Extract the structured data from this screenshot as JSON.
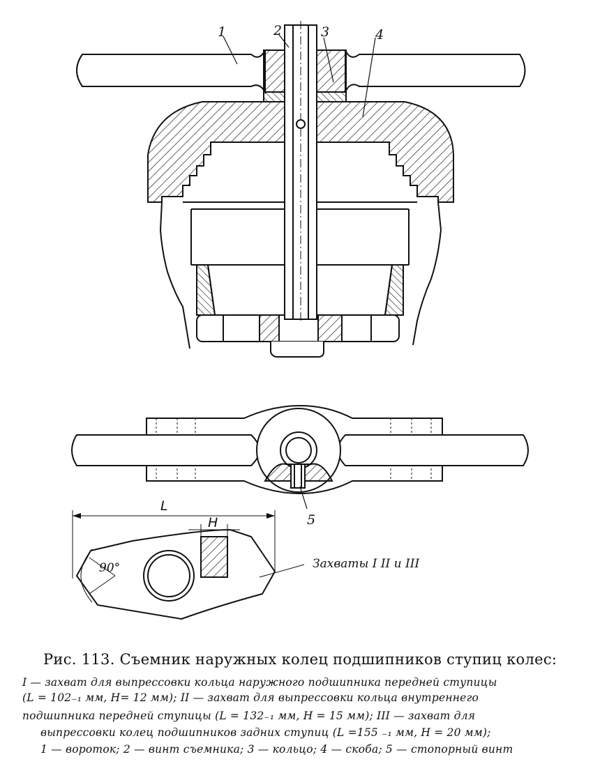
{
  "figure": {
    "callouts": [
      "1",
      "2",
      "3",
      "4",
      "5"
    ],
    "dimension_L": "L",
    "dimension_H": "H",
    "angle": "90°",
    "grips_note": "Захваты I II и III"
  },
  "caption": {
    "title": "Рис. 113. Съемник наружных колец подшипников ступиц колес:",
    "lines": [
      "I — захват для выпрессовки кольца наружного подшипника  передней  ступицы",
      "(L = 102₋₁ мм, H= 12 мм); II — захват для выпрессовки кольца внутреннего",
      "подшипника передней ступицы (L = 132₋₁ мм, H = 15 мм); III — захват для",
      "выпрессовки колец подшипников задних ступиц (L =155 ₋₁ мм, H = 20 мм);",
      "1 — вороток; 2 — винт съемника; 3 — кольцо; 4 — скоба; 5 — стопорный винт"
    ]
  }
}
